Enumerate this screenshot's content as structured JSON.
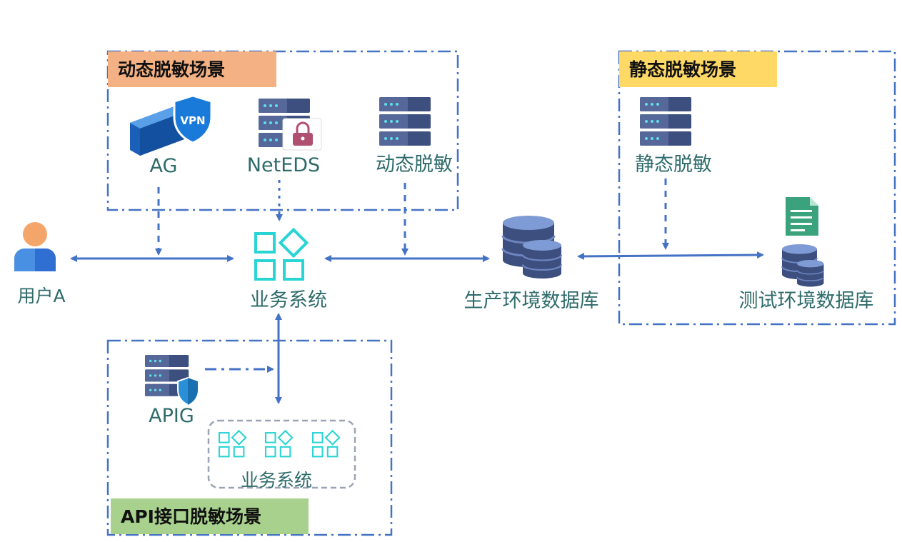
{
  "scenes": {
    "dynamic": {
      "title": "动态脱敏场景",
      "color": "#f4b183"
    },
    "static": {
      "title": "静态脱敏场景",
      "color": "#ffd966"
    },
    "api": {
      "title": "API接口脱敏场景",
      "color": "#a9d18e"
    }
  },
  "nodes": {
    "ag": "AG",
    "vpn_text": "VPN",
    "neteds": "NetEDS",
    "dynamic_masking": "动态脱敏",
    "user": "用户A",
    "business_system": "业务系统",
    "production_db": "生产环境数据库",
    "static_masking": "静态脱敏",
    "test_db": "测试环境数据库",
    "apig": "APIG",
    "business_systems_group": "业务系统"
  },
  "colors": {
    "border": "#4472c4",
    "arrow": "#4472c4",
    "label": "#2f6b6b",
    "server": "#4d5f8f",
    "teal": "#28d4d4"
  }
}
